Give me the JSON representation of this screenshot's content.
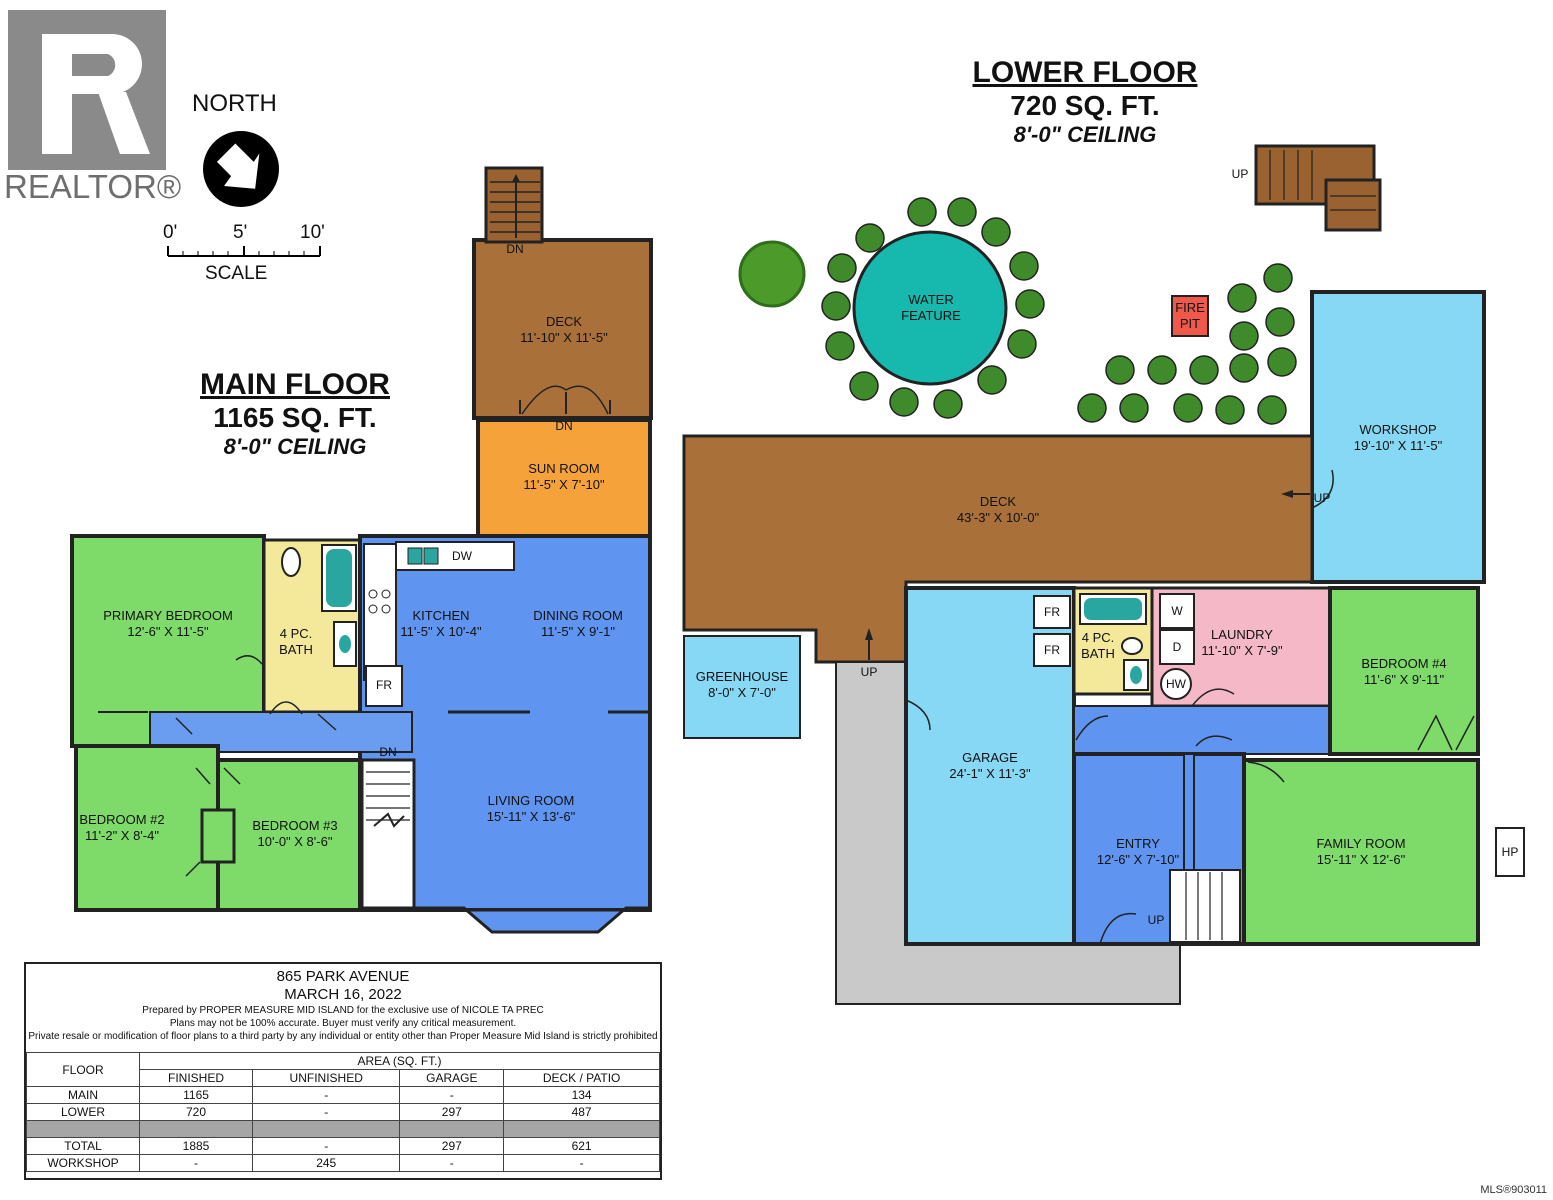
{
  "watermark": {
    "logo_text": "REALTOR®",
    "mls": "MLS®903011"
  },
  "compass": {
    "label": "NORTH"
  },
  "scale_bar": {
    "ticks": [
      "0'",
      "5'",
      "10'"
    ],
    "label": "SCALE"
  },
  "main_floor": {
    "title": "MAIN FLOOR",
    "area": "1165 SQ. FT.",
    "ceiling": "8'-0\" CEILING",
    "rooms": {
      "deck": {
        "name": "DECK",
        "dims": "11'-10\" X 11'-5\""
      },
      "sun_room": {
        "name": "SUN ROOM",
        "dims": "11'-5\" X 7'-10\""
      },
      "primary_bedroom": {
        "name": "PRIMARY BEDROOM",
        "dims": "12'-6\" X 11'-5\""
      },
      "bath": {
        "name": "4 PC.",
        "name2": "BATH"
      },
      "kitchen": {
        "name": "KITCHEN",
        "dims": "11'-5\" X 10'-4\""
      },
      "dining_room": {
        "name": "DINING ROOM",
        "dims": "11'-5\" X 9'-1\""
      },
      "living_room": {
        "name": "LIVING ROOM",
        "dims": "15'-11\" X 13'-6\""
      },
      "bedroom_2": {
        "name": "BEDROOM #2",
        "dims": "11'-2\" X 8'-4\""
      },
      "bedroom_3": {
        "name": "BEDROOM #3",
        "dims": "10'-0\" X 8'-6\""
      }
    },
    "labels": {
      "dn_stairs": "DN",
      "dn_door": "DN",
      "dn_interior": "DN",
      "dw": "DW",
      "fr": "FR"
    }
  },
  "lower_floor": {
    "title": "LOWER FLOOR",
    "area": "720 SQ. FT.",
    "ceiling": "8'-0\" CEILING",
    "rooms": {
      "water_feature": {
        "name": "WATER",
        "name2": "FEATURE"
      },
      "fire_pit": {
        "name": "FIRE",
        "name2": "PIT"
      },
      "workshop": {
        "name": "WORKSHOP",
        "dims": "19'-10\" X 11'-5\""
      },
      "deck": {
        "name": "DECK",
        "dims": "43'-3\" X 10'-0\""
      },
      "greenhouse": {
        "name": "GREENHOUSE",
        "dims": "8'-0\" X 7'-0\""
      },
      "garage": {
        "name": "GARAGE",
        "dims": "24'-1\" X 11'-3\""
      },
      "bath": {
        "name": "4 PC.",
        "name2": "BATH"
      },
      "laundry": {
        "name": "LAUNDRY",
        "dims": "11'-10\" X 7'-9\""
      },
      "bedroom_4": {
        "name": "BEDROOM #4",
        "dims": "11'-6\" X 9'-11\""
      },
      "entry": {
        "name": "ENTRY",
        "dims": "12'-6\" X 7'-10\""
      },
      "family_room": {
        "name": "FAMILY ROOM",
        "dims": "15'-11\" X 12'-6\""
      }
    },
    "labels": {
      "up_stairs": "UP",
      "up_workshop": "UP",
      "up_deck": "UP",
      "up_entry": "UP",
      "fr1": "FR",
      "fr2": "FR",
      "w": "W",
      "d": "D",
      "hw": "HW",
      "hp": "HP"
    }
  },
  "info_box": {
    "address": "865 PARK AVENUE",
    "date": "MARCH 16, 2022",
    "prepared": "Prepared by PROPER MEASURE MID ISLAND for the exclusive use of NICOLE TA PREC",
    "disclaimer1": "Plans may not be 100% accurate.  Buyer must verify any critical measurement.",
    "disclaimer2": "Private resale  or modification of floor plans to a third party by any individual or entity other than Proper Measure Mid Island is strictly prohibited",
    "table": {
      "floor_header": "FLOOR",
      "area_header": "AREA (SQ. FT.)",
      "columns": [
        "FINISHED",
        "UNFINISHED",
        "GARAGE",
        "DECK / PATIO"
      ],
      "rows": [
        {
          "floor": "MAIN",
          "values": [
            "1165",
            "-",
            "-",
            "134"
          ]
        },
        {
          "floor": "LOWER",
          "values": [
            "720",
            "-",
            "297",
            "487"
          ]
        },
        {
          "floor": "TOTAL",
          "values": [
            "1885",
            "-",
            "297",
            "621"
          ]
        },
        {
          "floor": "WORKSHOP",
          "values": [
            "-",
            "245",
            "-",
            "-"
          ]
        }
      ]
    }
  }
}
